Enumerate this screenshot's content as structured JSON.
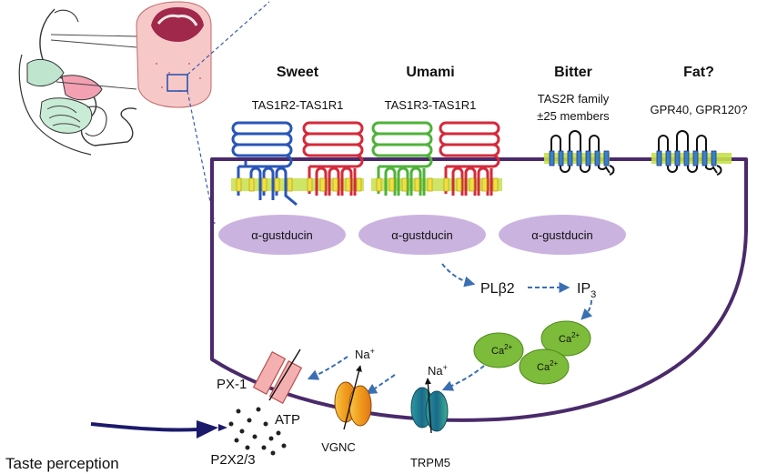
{
  "receptors": {
    "sweet": {
      "title": "Sweet",
      "name": "TAS1R2-TAS1R1"
    },
    "umami": {
      "title": "Umami",
      "name": "TAS1R3-TAS1R1"
    },
    "bitter": {
      "title": "Bitter",
      "name": "TAS2R family",
      "detail": "±25 members"
    },
    "fat": {
      "title": "Fat?",
      "name": "GPR40, GPR120?"
    }
  },
  "gproteins": [
    "α-gustducin",
    "α-gustducin",
    "α-gustducin"
  ],
  "signaling": {
    "plb2": "PLβ2",
    "ip3_main": "IP",
    "ip3_sub": "3",
    "calcium": [
      "Ca",
      "Ca",
      "Ca"
    ],
    "calcium_sup": "2+"
  },
  "channels": {
    "px1": "PX-1",
    "atp": "ATP",
    "vgnc": "VGNC",
    "trpm5": "TRPM5",
    "na_main": "Na",
    "na_sup": "+",
    "p2x": "P2X2/3"
  },
  "output": {
    "taste": "Taste perception"
  },
  "colors": {
    "membrane": "#4a2a6a",
    "gustducin": "#cbb3e0",
    "arrow": "#3a6fb2",
    "calcium": "#7dbb3a",
    "sweet_blue": "#2a56b8",
    "sweet_red": "#d42a3a",
    "umami_green": "#4fb23a",
    "lipid_band": "#c6e04a",
    "vgnc": "#f0a020",
    "trpm5": "#1f8a8a",
    "px1": "#f4b0b0",
    "nerve": "#1b1a6a"
  }
}
